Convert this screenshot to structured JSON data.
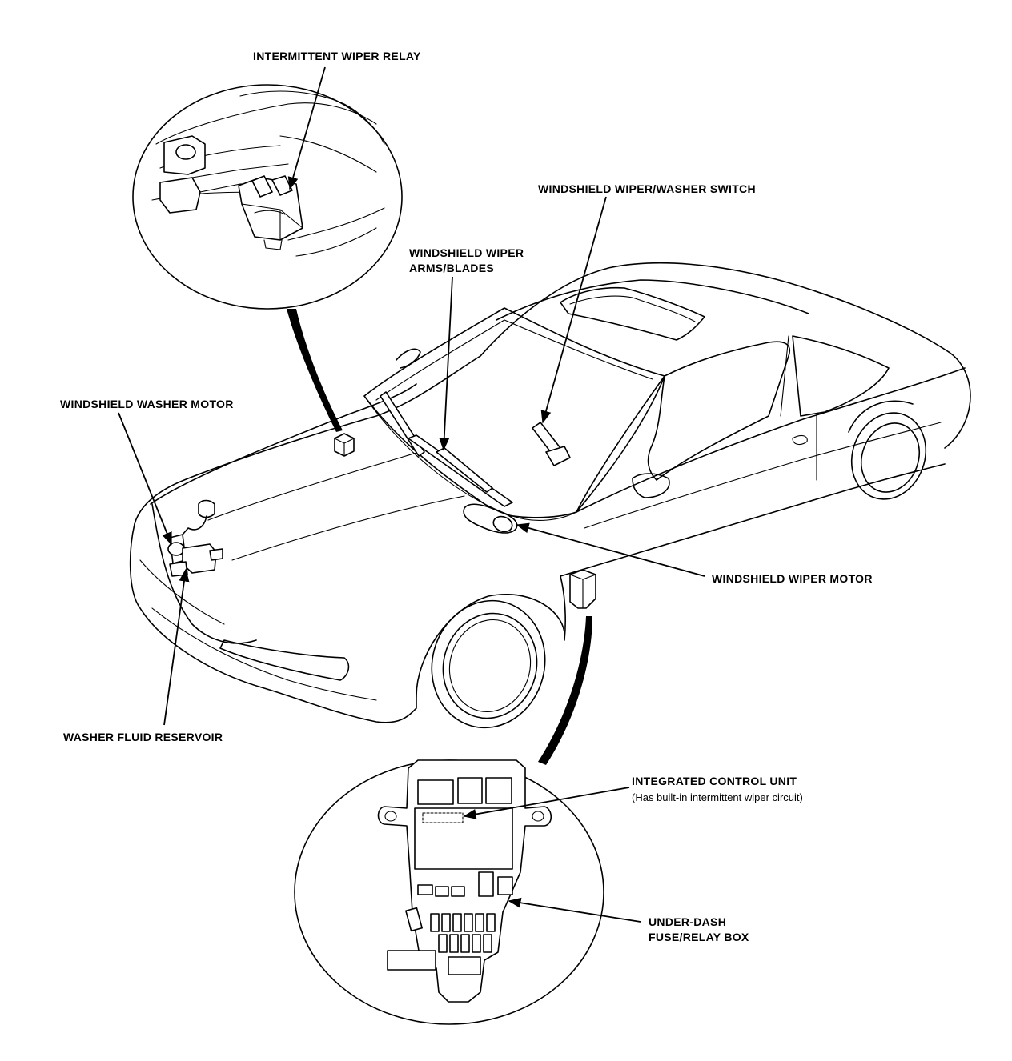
{
  "labels": {
    "intermittent_wiper_relay": "INTERMITTENT WIPER RELAY",
    "wiper_washer_switch": "WINDSHIELD WIPER/WASHER SWITCH",
    "wiper_arms_line1": "WINDSHIELD WIPER",
    "wiper_arms_line2": "ARMS/BLADES",
    "washer_motor": "WINDSHIELD WASHER MOTOR",
    "wiper_motor": "WINDSHIELD WIPER MOTOR",
    "washer_reservoir": "WASHER FLUID RESERVOIR",
    "integrated_control_unit": "INTEGRATED CONTROL UNIT",
    "integrated_control_unit_note": "(Has built-in intermittent wiper circuit)",
    "fuse_box_line1": "UNDER-DASH",
    "fuse_box_line2": "FUSE/RELAY BOX"
  },
  "colors": {
    "ink": "#000000",
    "paper": "#ffffff"
  }
}
